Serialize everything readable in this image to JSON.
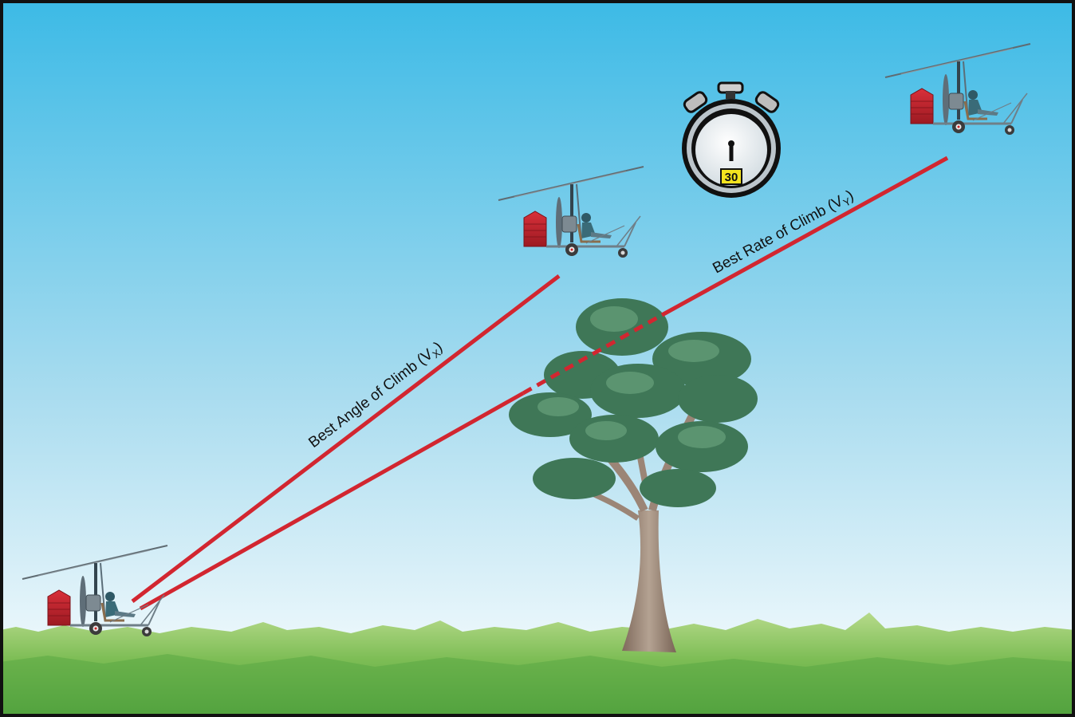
{
  "labels": {
    "angle_main": "Best Angle of Climb (V",
    "angle_sub": "X",
    "angle_close": ")",
    "rate_main": "Best Rate of Climb (V",
    "rate_sub": "Y",
    "rate_close": ")"
  },
  "stopwatch": {
    "reading": "30"
  },
  "colors": {
    "sky_top": "#3cbae6",
    "sky_bottom": "#ffffff",
    "grass_light": "#a6d27a",
    "grass_dark": "#4fa23c",
    "climb_line": "#d22630",
    "tree_foliage": "#3f7757",
    "tree_trunk": "#9b8576",
    "stopwatch_face": "#eef2f4",
    "stopwatch_badge": "#f4e31f"
  },
  "icons": {
    "aircraft": "gyroplane-icon",
    "timer": "stopwatch-icon",
    "obstacle": "tree-icon"
  }
}
